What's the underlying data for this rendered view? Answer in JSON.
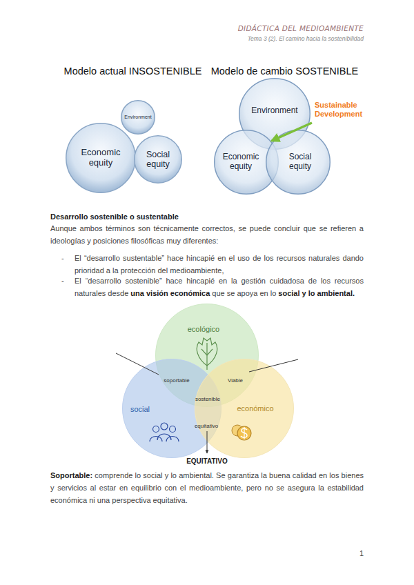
{
  "diagram": {
    "nodes": [
      {
        "text": [
          "Environment"
        ]
      },
      {
        "text": [
          "Economic equity"
        ]
      },
      {
        "text": [
          "Social equity"
        ]
      },
      {
        "text": [
          "Environment"
        ]
      },
      {
        "text": [
          "Economic equity"
        ]
      },
      {
        "text": [
          "Social equity"
        ]
      },
      {
        "text": [
          "ecológico"
        ]
      },
      {
        "text": [
          "social"
        ]
      },
      {
        "text": [
          "económico"
        ]
      }
    ],
    "labels": [
      "DIDÁCTICA DEL MEDIOAMBIENTE",
      "Tema 3 (2). El camino hacia la sostenibilidad",
      "Modelo actual INSOSTENIBLE",
      "Modelo de cambio SOSTENIBLE",
      "Sustainable Development",
      "Desarrollo sostenible o sustentable",
      "Aunque ambos términos son técnicamente correctos, se puede concluir que se refieren a ideologías y posiciones filosóficas muy diferentes:",
      "-",
      "El “desarrollo sustentable” hace hincapié en el uso de los recursos naturales dando prioridad a la protección del medioambiente,",
      "-",
      "El “desarrollo sostenible” hace hincapié en la gestión cuidadosa de los recursos naturales desde",
      "una visión económica",
      "que se apoya en lo",
      "social y lo ambiental.",
      "soportable",
      "Viable",
      "sostenible",
      "equitativo",
      "EQUITATIVO",
      "Soportable:",
      "comprende lo social y lo ambiental. Se garantiza la buena calidad en los bienes y servicios al estar en equilibrio con el medioambiente, pero no se asegura la estabilidad económica ni una perspectiva equitativa.",
      "1"
    ]
  }
}
